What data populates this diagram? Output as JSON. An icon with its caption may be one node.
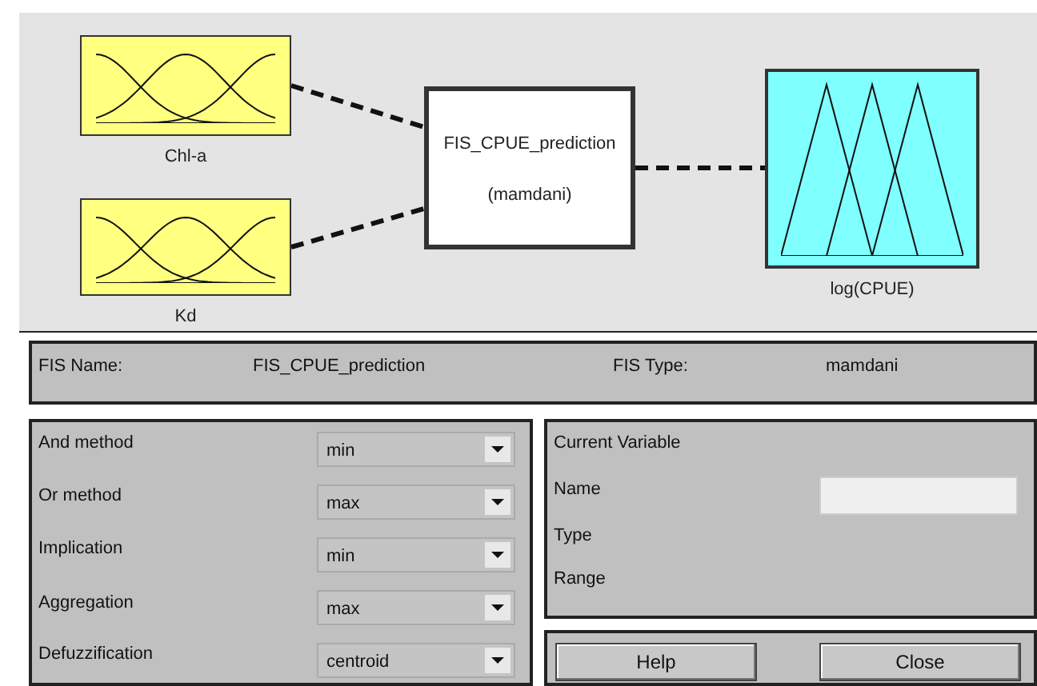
{
  "diagram": {
    "nodes": [
      {
        "text": [
          "Chl-a"
        ]
      },
      {
        "text": [
          "Kd"
        ]
      },
      {
        "text": [
          "FIS_CPUE_prediction",
          "(mamdani)"
        ]
      },
      {
        "text": [
          "log(CPUE)"
        ]
      }
    ],
    "edges": [
      {
        "from": 0,
        "to": 2,
        "arrow": "none",
        "style": "dashed"
      },
      {
        "from": 1,
        "to": 2,
        "arrow": "none",
        "style": "dashed"
      },
      {
        "from": 2,
        "to": 3,
        "arrow": "none",
        "style": "dashed"
      }
    ],
    "labels": [
      "FIS Name:",
      "FIS_CPUE_prediction",
      "FIS Type:",
      "mamdani",
      "And method",
      "min",
      "Or method",
      "max",
      "Implication",
      "min",
      "Aggregation",
      "max",
      "Defuzzification",
      "centroid",
      "Current Variable",
      "Name",
      "Type",
      "Range",
      "Help",
      "Close"
    ]
  }
}
